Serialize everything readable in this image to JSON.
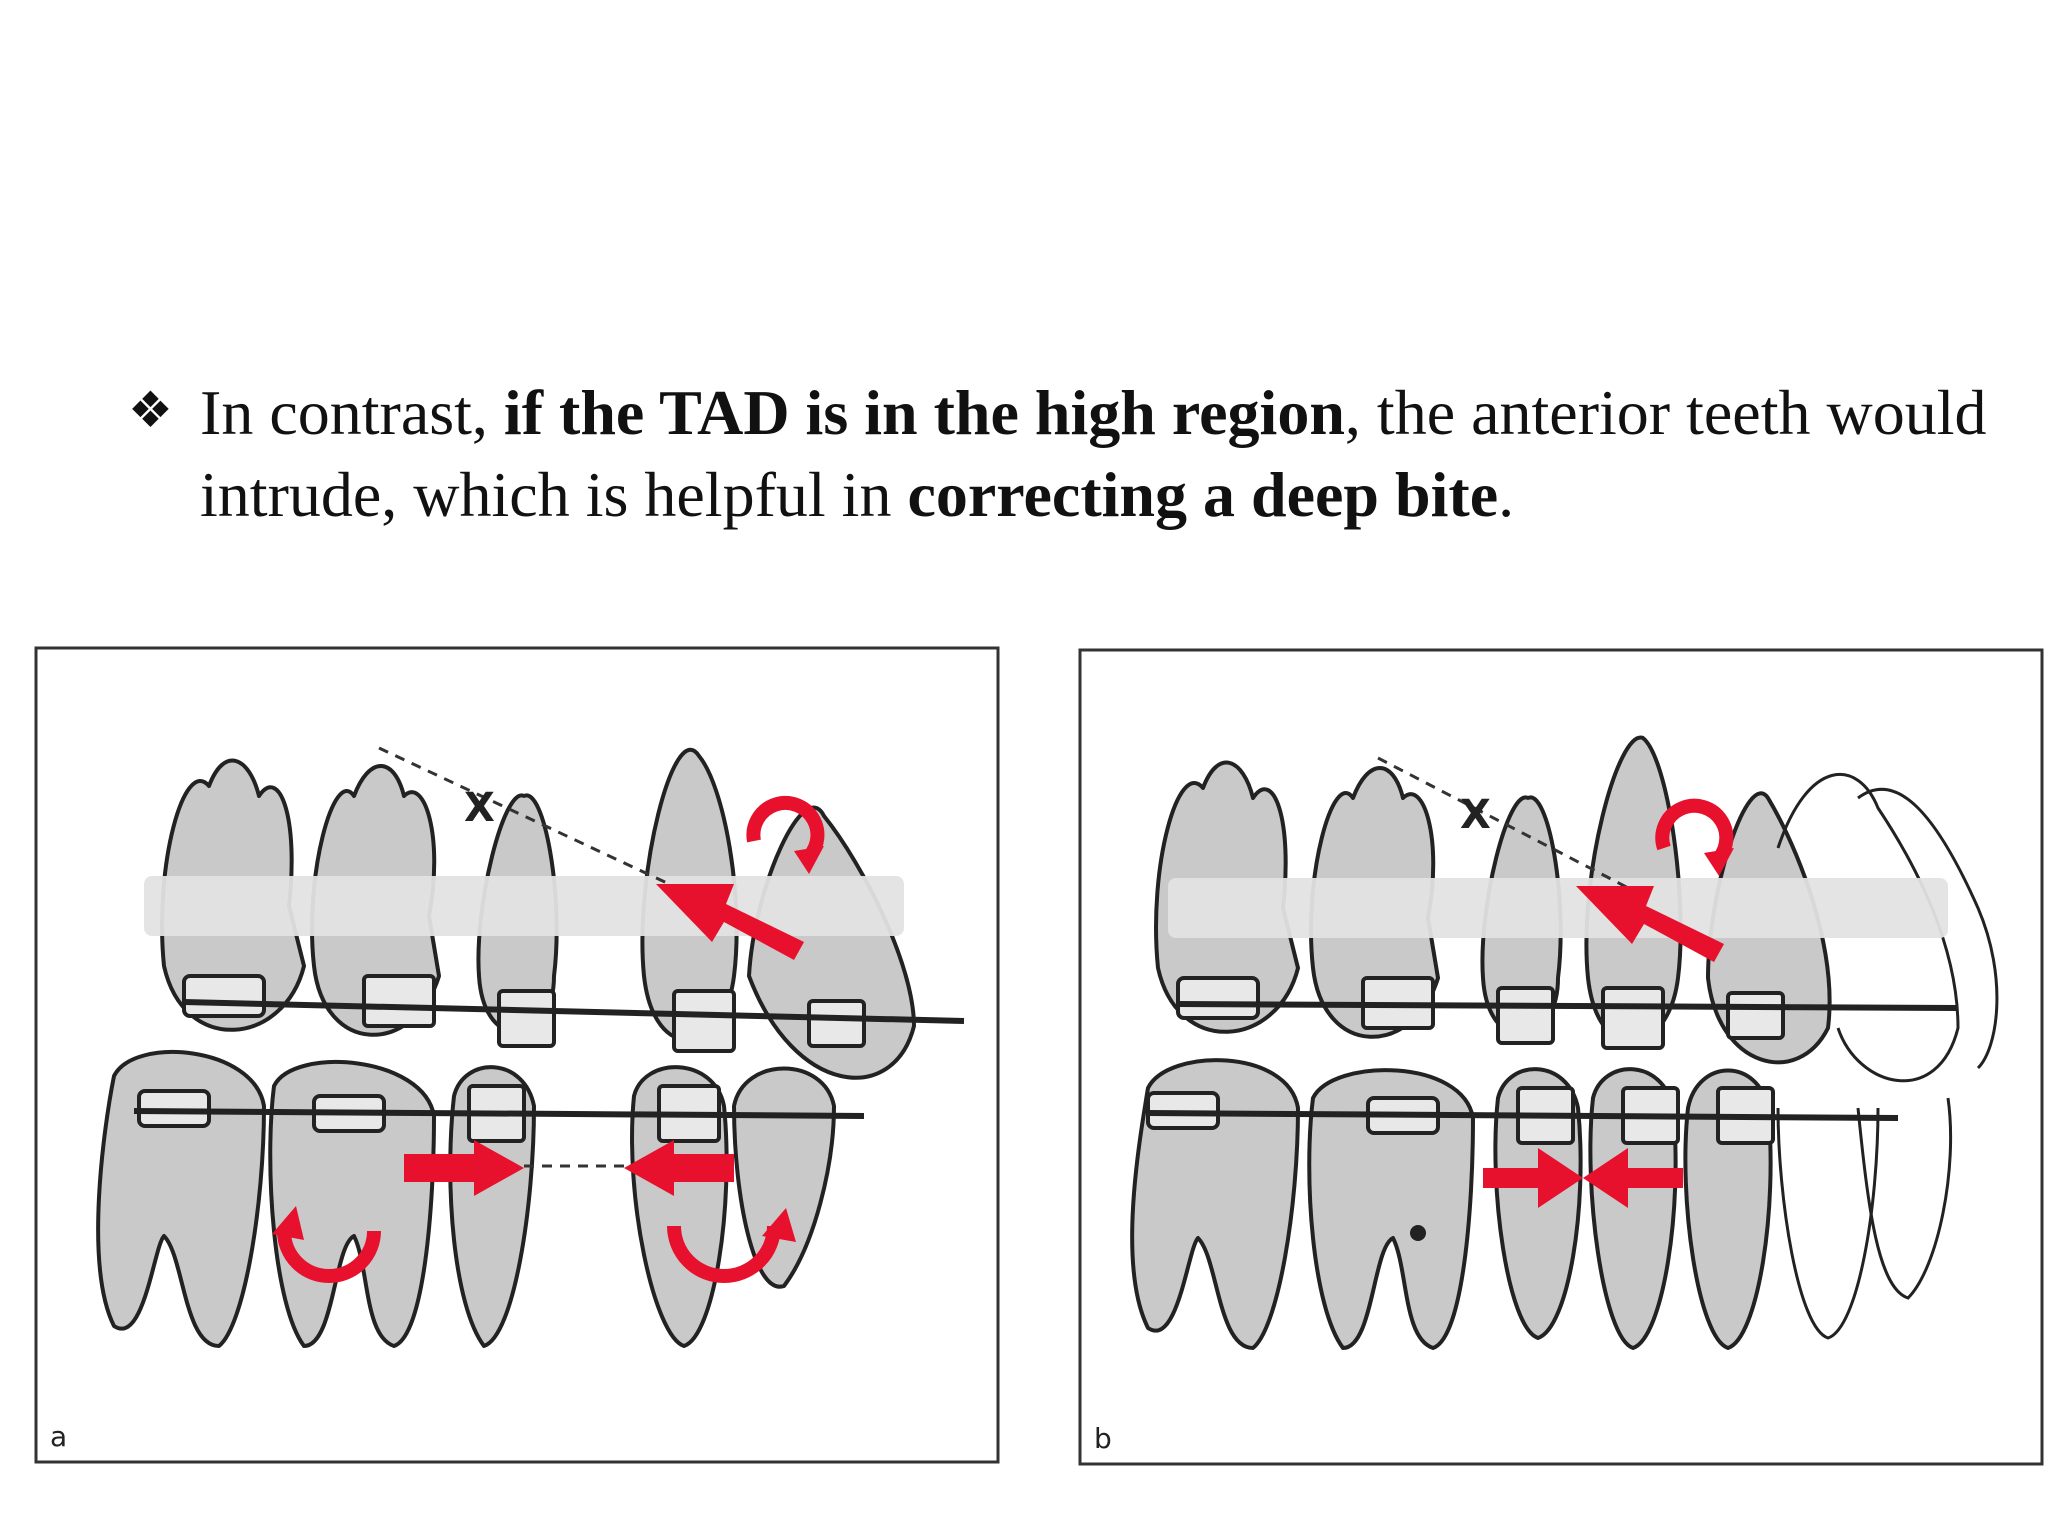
{
  "bullet": {
    "symbol": "❖",
    "parts": [
      {
        "text": "In contrast, ",
        "bold": false
      },
      {
        "text": "if the TAD is in the high region",
        "bold": true
      },
      {
        "text": ", the anterior teeth would intrude, which is helpful in ",
        "bold": false
      },
      {
        "text": "correcting a deep bite",
        "bold": true
      },
      {
        "text": ".",
        "bold": false
      }
    ]
  },
  "panels": [
    {
      "id": "a",
      "label": "a",
      "tad_marker": "X"
    },
    {
      "id": "b",
      "label": "b",
      "tad_marker": "X"
    }
  ],
  "colors": {
    "arrow": "#e8112d",
    "tooth": "#c9c9c9",
    "band": "#e3e3e3"
  }
}
